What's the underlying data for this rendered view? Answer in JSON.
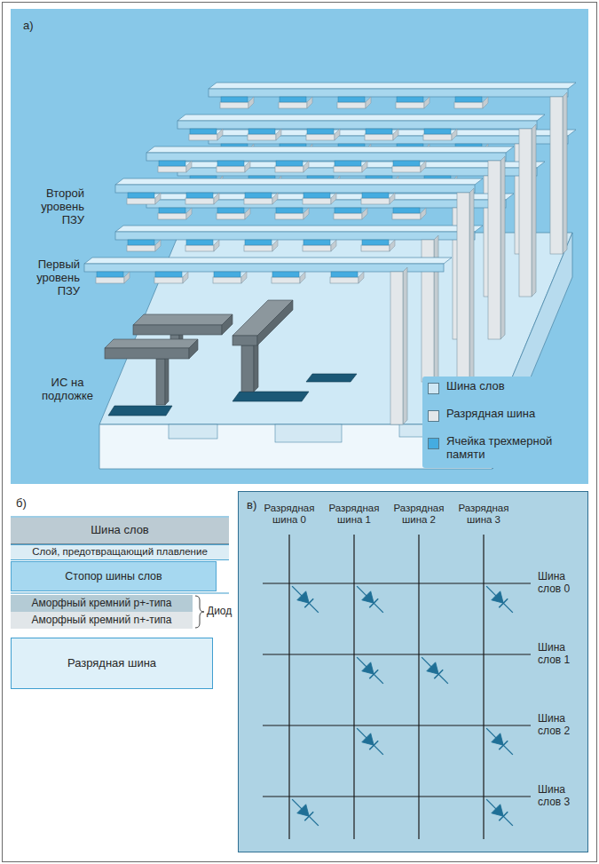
{
  "diagram": {
    "nodes": [
      {
        "text": [
          "а)"
        ]
      },
      {
        "text": [
          "Шина слов"
        ]
      },
      {
        "text": [
          "Слой, предотвращающий плавление"
        ]
      },
      {
        "text": [
          "Стопор шины слов"
        ]
      },
      {
        "text": [
          "Аморфный кремний p+-типа"
        ]
      },
      {
        "text": [
          "Аморфный кремний n+-типа"
        ]
      },
      {
        "text": [
          "Разрядная шина"
        ]
      },
      {
        "text": [
          "в)"
        ]
      }
    ],
    "labels": [
      "Второй уровень ПЗУ",
      "Первый уровень ПЗУ",
      "ИС на подложке",
      "б)",
      "Диод",
      "Разрядная шина 0",
      "Разрядная шина 1",
      "Разрядная шина 2",
      "Разрядная шина 3",
      "Шина слов 0",
      "Шина слов 1",
      "Шина слов 2",
      "Шина слов 3"
    ],
    "legend": [
      {
        "text": "Шина слов",
        "color": "#cfe7f4"
      },
      {
        "text": "Разрядная шина",
        "color": "#e3e7ea"
      },
      {
        "text": "Ячейка трехмерной памяти",
        "color": "#45ace0"
      }
    ]
  }
}
